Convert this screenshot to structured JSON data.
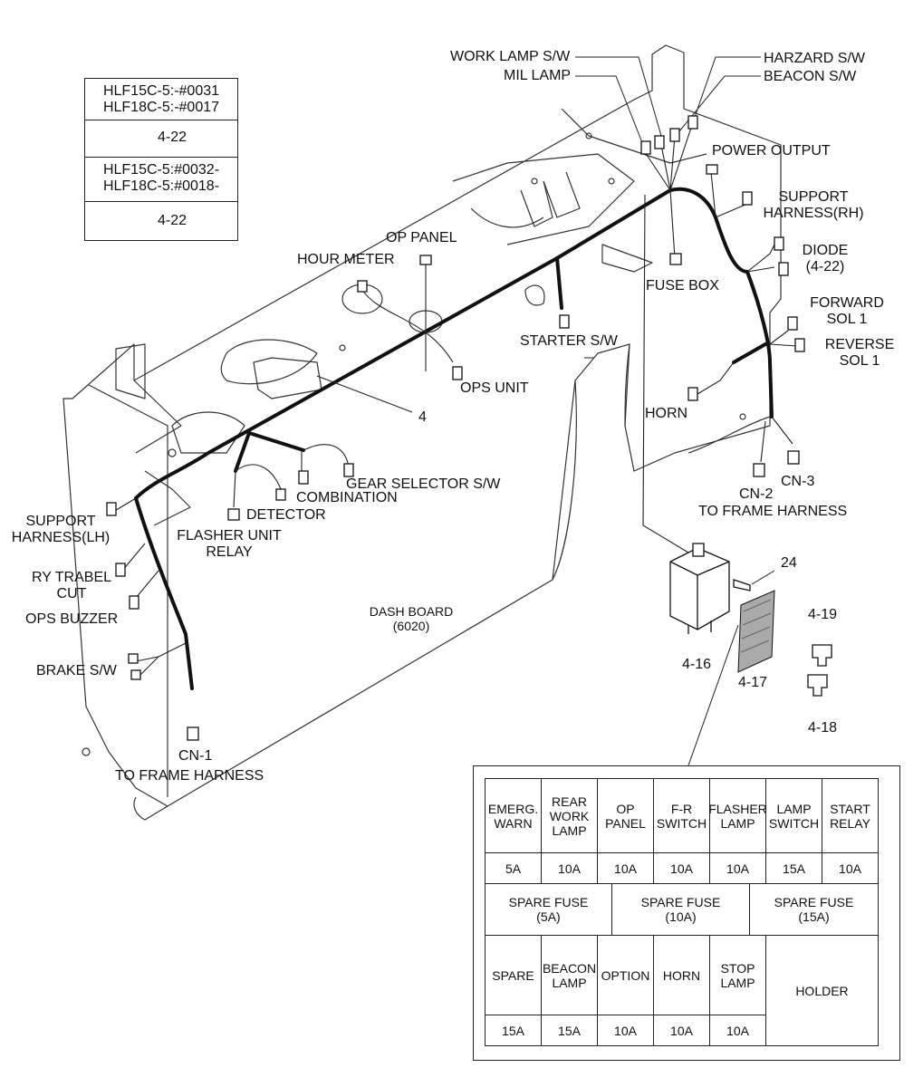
{
  "revision": {
    "group1_line1": "HLF15C-5:-#0031",
    "group1_line2": "HLF18C-5:-#0017",
    "group1_ref": "4-22",
    "group2_line1": "HLF15C-5:#0032-",
    "group2_line2": "HLF18C-5:#0018-",
    "group2_ref": "4-22"
  },
  "labels": {
    "work_lamp_sw": "WORK LAMP S/W",
    "mil_lamp": "MIL LAMP",
    "hazard_sw": "HARZARD S/W",
    "beacon_sw": "BEACON S/W",
    "power_output": "POWER OUTPUT",
    "support_harness_rh_1": "SUPPORT",
    "support_harness_rh_2": "HARNESS(RH)",
    "diode_1": "DIODE",
    "diode_2": "(4-22)",
    "fuse_box": "FUSE BOX",
    "forward_sol_1": "FORWARD",
    "forward_sol_2": "SOL 1",
    "reverse_sol_1": "REVERSE",
    "reverse_sol_2": "SOL 1",
    "op_panel": "OP PANEL",
    "hour_meter": "HOUR METER",
    "starter_sw": "STARTER S/W",
    "ops_unit": "OPS UNIT",
    "horn": "HORN",
    "harness_ref": "4",
    "cn2": "CN-2",
    "cn3": "CN-3",
    "to_frame_harness_right": "TO FRAME HARNESS",
    "gear_selector_sw": "GEAR SELECTOR S/W",
    "combination": "COMBINATION",
    "detector": "DETECTOR",
    "flasher_unit_1": "FLASHER UNIT",
    "flasher_unit_2": "RELAY",
    "support_harness_lh_1": "SUPPORT",
    "support_harness_lh_2": "HARNESS(LH)",
    "ry_trabel_1": "RY TRABEL",
    "ry_trabel_2": "CUT",
    "ops_buzzer": "OPS BUZZER",
    "brake_sw": "BRAKE S/W",
    "dash_board_1": "DASH BOARD",
    "dash_board_2": "(6020)",
    "cn1": "CN-1",
    "to_frame_harness_left": "TO FRAME HARNESS",
    "ref_24": "24",
    "ref_4_16": "4-16",
    "ref_4_17": "4-17",
    "ref_4_19": "4-19",
    "ref_4_18": "4-18"
  },
  "fuse_table": {
    "row1_names": [
      [
        "EMERG.",
        "WARN"
      ],
      [
        "REAR",
        "WORK",
        "LAMP"
      ],
      [
        "OP",
        "PANEL"
      ],
      [
        "F-R",
        "SWITCH"
      ],
      [
        "FLASHER",
        "LAMP"
      ],
      [
        "LAMP",
        "SWITCH"
      ],
      [
        "START",
        "RELAY"
      ]
    ],
    "row1_ratings": [
      "5A",
      "10A",
      "10A",
      "10A",
      "10A",
      "15A",
      "10A"
    ],
    "spares": [
      [
        "SPARE FUSE",
        "(5A)"
      ],
      [
        "SPARE FUSE",
        "(10A)"
      ],
      [
        "SPARE FUSE",
        "(15A)"
      ]
    ],
    "row3_names": [
      [
        "SPARE"
      ],
      [
        "BEACON",
        "LAMP"
      ],
      [
        "OPTION"
      ],
      [
        "HORN"
      ],
      [
        "STOP",
        "LAMP"
      ]
    ],
    "row3_ratings": [
      "15A",
      "15A",
      "10A",
      "10A",
      "10A"
    ],
    "holder": "HOLDER"
  }
}
